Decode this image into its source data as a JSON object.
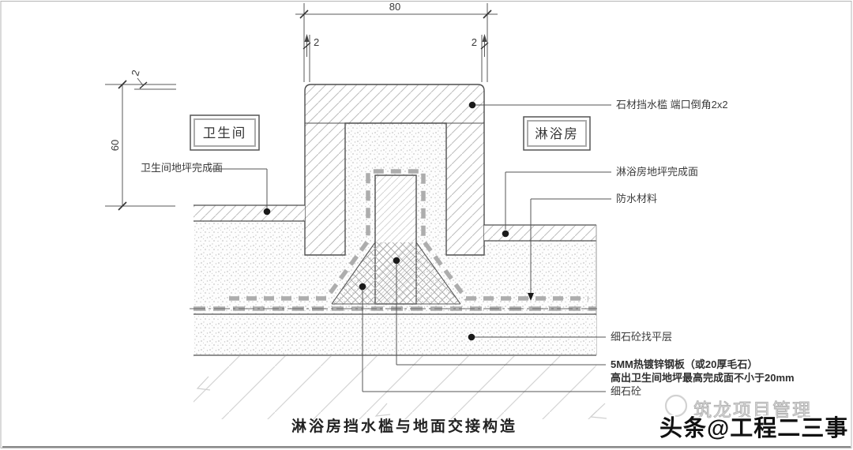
{
  "drawing": {
    "title": "淋浴房挡水槛与地面交接构造",
    "rooms": {
      "left": "卫生间",
      "right": "淋浴房"
    },
    "dimensions": {
      "sill_width": "80",
      "sill_height": "60",
      "top_chamfer_left": "2",
      "top_chamfer_right": "2",
      "side_chamfer": "2"
    },
    "labels": {
      "stone_sill": "石材挡水槛 端口倒角2x2",
      "bathroom_floor": "卫生间地坪完成面",
      "shower_floor": "淋浴房地坪完成面",
      "waterproof": "防水材料",
      "leveling_layer": "细石砼找平层",
      "steel_plate_line1": "5MM热镀锌钢板（或20厚毛石）",
      "steel_plate_line2": "高出卫生间地坪最高完成面不小于20mm",
      "fine_concrete": "细石砼"
    },
    "watermarks": {
      "logo_text": "筑龙项目管理",
      "byline": "头条@工程二三事"
    },
    "colors": {
      "line": "#4f4f4f",
      "hatch": "#bdbdbd",
      "stipple": "#c6c6c6",
      "membrane_gray": "#adadad",
      "watermark_black": "#111111"
    }
  }
}
